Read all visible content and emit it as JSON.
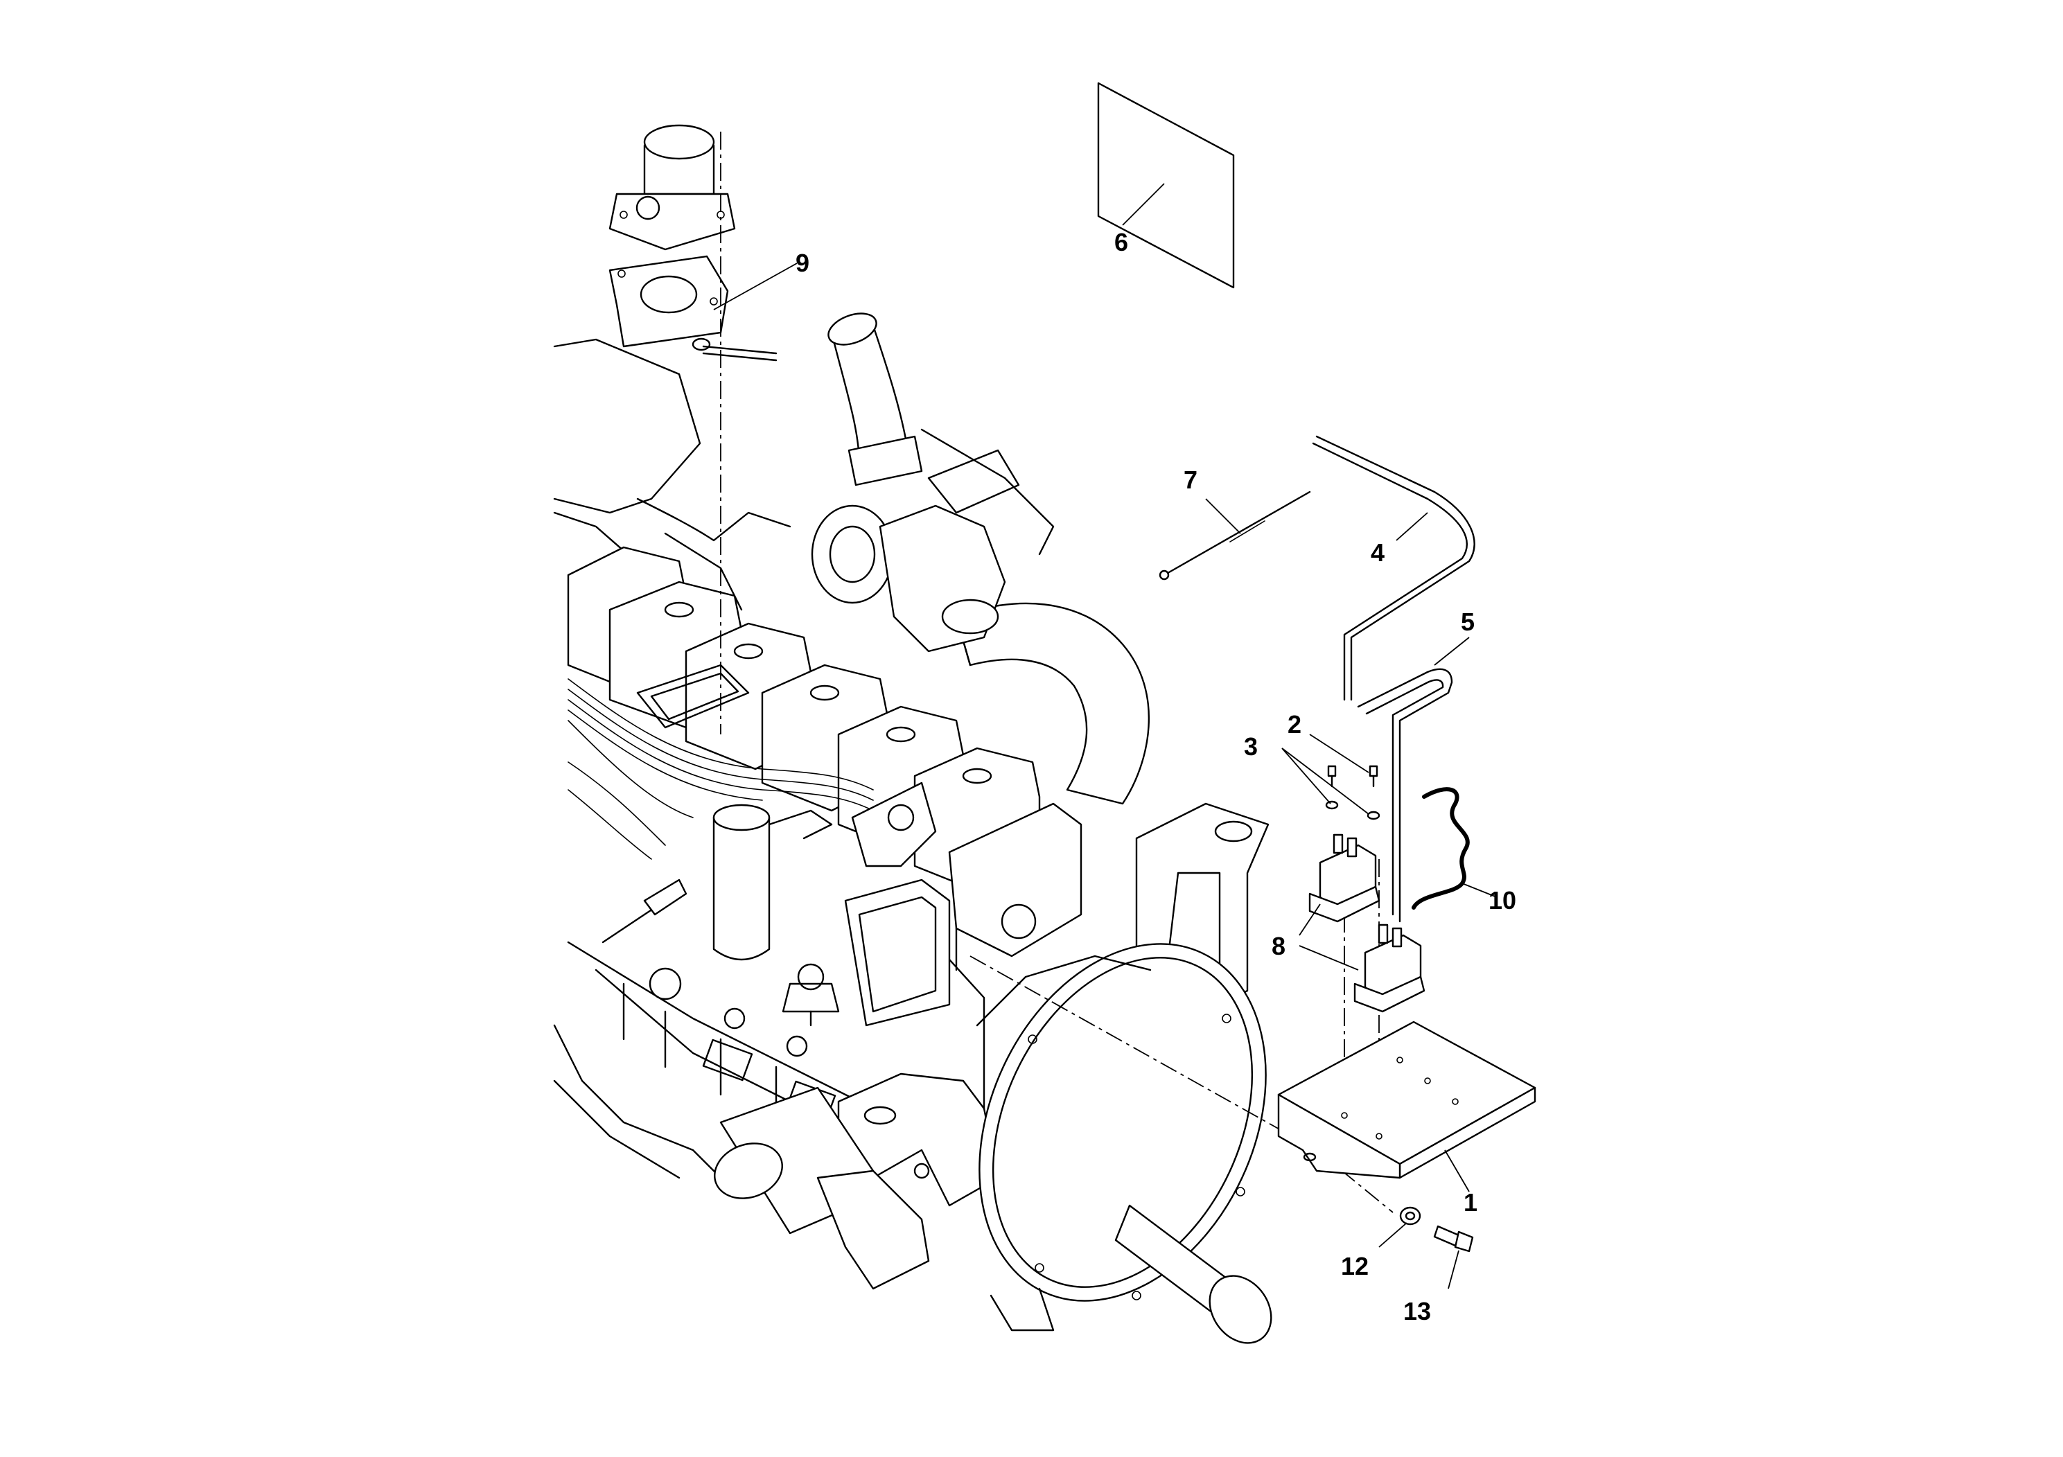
{
  "callouts": [
    {
      "id": "1",
      "text": "1"
    },
    {
      "id": "2",
      "text": "2"
    },
    {
      "id": "3",
      "text": "3"
    },
    {
      "id": "4",
      "text": "4"
    },
    {
      "id": "5",
      "text": "5"
    },
    {
      "id": "6",
      "text": "6"
    },
    {
      "id": "7",
      "text": "7"
    },
    {
      "id": "8",
      "text": "8"
    },
    {
      "id": "9",
      "text": "9"
    },
    {
      "id": "10",
      "text": "10"
    },
    {
      "id": "12",
      "text": "12"
    },
    {
      "id": "13",
      "text": "13"
    }
  ],
  "colors": {
    "line": "#000000",
    "background": "#ffffff"
  }
}
